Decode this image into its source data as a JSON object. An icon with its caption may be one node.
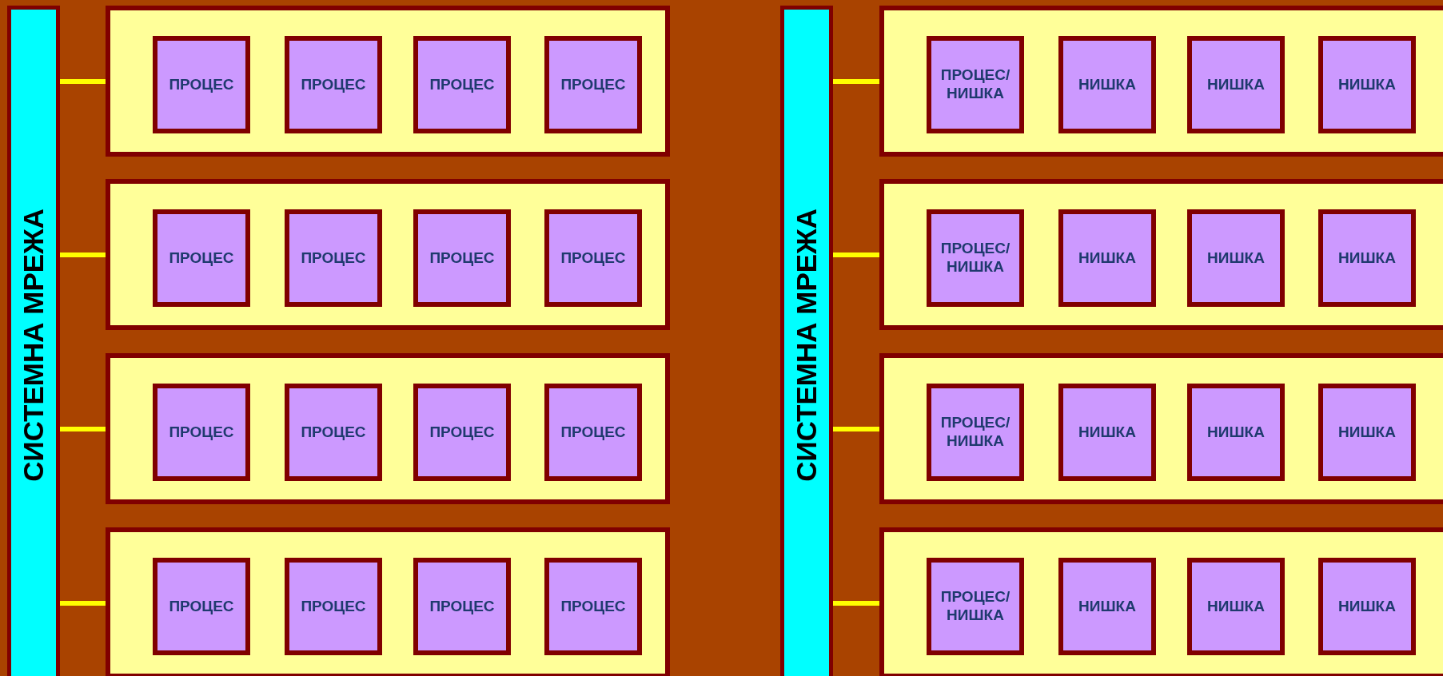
{
  "diagram": {
    "nodes": [
      {
        "text": [
          "СИСТЕМНА МРЕЖА"
        ]
      },
      {
        "text": [],
        "shape": "box"
      },
      {
        "text": [
          "ПРОЦЕС"
        ],
        "in": 1
      },
      {
        "text": [
          "ПРОЦЕС"
        ],
        "in": 1
      },
      {
        "text": [
          "ПРОЦЕС"
        ],
        "in": 1
      },
      {
        "text": [
          "ПРОЦЕС"
        ],
        "in": 1
      },
      {
        "text": [],
        "shape": "box"
      },
      {
        "text": [
          "ПРОЦЕС"
        ],
        "in": 6
      },
      {
        "text": [
          "ПРОЦЕС"
        ],
        "in": 6
      },
      {
        "text": [
          "ПРОЦЕС"
        ],
        "in": 6
      },
      {
        "text": [
          "ПРОЦЕС"
        ],
        "in": 6
      },
      {
        "text": [],
        "shape": "box"
      },
      {
        "text": [
          "ПРОЦЕС"
        ],
        "in": 11
      },
      {
        "text": [
          "ПРОЦЕС"
        ],
        "in": 11
      },
      {
        "text": [
          "ПРОЦЕС"
        ],
        "in": 11
      },
      {
        "text": [
          "ПРОЦЕС"
        ],
        "in": 11
      },
      {
        "text": [],
        "shape": "box"
      },
      {
        "text": [
          "ПРОЦЕС"
        ],
        "in": 16
      },
      {
        "text": [
          "ПРОЦЕС"
        ],
        "in": 16
      },
      {
        "text": [
          "ПРОЦЕС"
        ],
        "in": 16
      },
      {
        "text": [
          "ПРОЦЕС"
        ],
        "in": 16
      },
      {
        "text": [
          "СИСТЕМНА МРЕЖА"
        ]
      },
      {
        "text": [],
        "shape": "box"
      },
      {
        "text": [
          "ПРОЦЕС/ НИШКА"
        ],
        "in": 22
      },
      {
        "text": [
          "НИШКА"
        ],
        "in": 22
      },
      {
        "text": [
          "НИШКА"
        ],
        "in": 22
      },
      {
        "text": [
          "НИШКА"
        ],
        "in": 22
      },
      {
        "text": [],
        "shape": "box"
      },
      {
        "text": [
          "ПРОЦЕС/ НИШКА"
        ],
        "in": 27
      },
      {
        "text": [
          "НИШКА"
        ],
        "in": 27
      },
      {
        "text": [
          "НИШКА"
        ],
        "in": 27
      },
      {
        "text": [
          "НИШКА"
        ],
        "in": 27
      },
      {
        "text": [],
        "shape": "box"
      },
      {
        "text": [
          "ПРОЦЕС/ НИШКА"
        ],
        "in": 32
      },
      {
        "text": [
          "НИШКА"
        ],
        "in": 32
      },
      {
        "text": [
          "НИШКА"
        ],
        "in": 32
      },
      {
        "text": [
          "НИШКА"
        ],
        "in": 32
      },
      {
        "text": [],
        "shape": "box"
      },
      {
        "text": [
          "ПРОЦЕС/ НИШКА"
        ],
        "in": 37
      },
      {
        "text": [
          "НИШКА"
        ],
        "in": 37
      },
      {
        "text": [
          "НИШКА"
        ],
        "in": 37
      },
      {
        "text": [
          "НИШКА"
        ],
        "in": 37
      }
    ],
    "edges": [
      {
        "from": 0,
        "to": 1,
        "arrow": "none"
      },
      {
        "from": 0,
        "to": 6,
        "arrow": "none"
      },
      {
        "from": 0,
        "to": 11,
        "arrow": "none"
      },
      {
        "from": 0,
        "to": 16,
        "arrow": "none"
      },
      {
        "from": 21,
        "to": 22,
        "arrow": "none"
      },
      {
        "from": 21,
        "to": 27,
        "arrow": "none"
      },
      {
        "from": 21,
        "to": 32,
        "arrow": "none"
      },
      {
        "from": 21,
        "to": 37,
        "arrow": "none"
      }
    ]
  }
}
